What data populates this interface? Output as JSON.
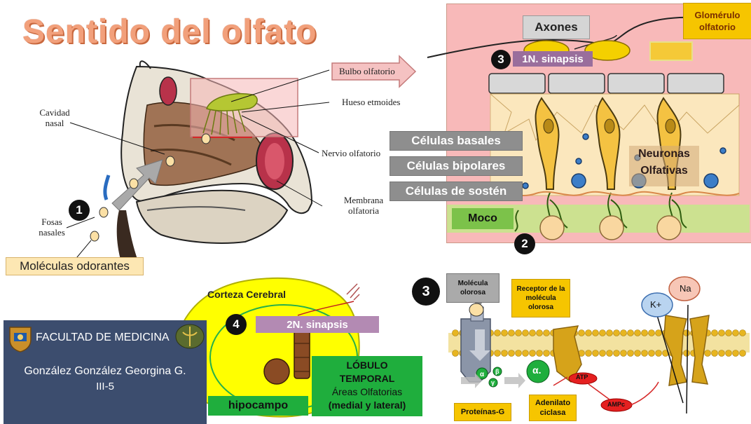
{
  "title": "Sentido del olfato",
  "nasal_labels": {
    "cavidad_nasal": "Cavidad nasal",
    "fosas_nasales": "Fosas nasales",
    "bulbo_olfatorio": "Bulbo olfatorio",
    "hueso_etmoides": "Hueso etmoides",
    "nervio_olfatorio": "Nervio olfatorio",
    "membrana_olfatoria": "Membrana olfatoria"
  },
  "moleculas_odorantes": "Moléculas odorantes",
  "epithelium": {
    "axones": "Axones",
    "glomerulo": "Glomérulo olfatorio",
    "sinapsis1": "1N. sinapsis",
    "celulas_basales": "Células basales",
    "celulas_bipolares": "Células bipolares",
    "celulas_sosten": "Células de sostén",
    "neuronas": "Neuronas Olfativas",
    "moco": "Moco"
  },
  "numbers": [
    "1",
    "2",
    "3",
    "3",
    "4"
  ],
  "brain": {
    "corteza": "Corteza Cerebral",
    "sinapsis2": "2N. sinapsis",
    "hipocampo": "hipocampo",
    "lobulo_line1": "LÓBULO",
    "lobulo_line2": "TEMPORAL",
    "lobulo_line3": "Áreas Olfatorias",
    "lobulo_line4": "(medial y lateral)"
  },
  "receptor": {
    "molecula": "Molécula olorosa",
    "receptor": "Receptor de la molécula olorosa",
    "proteinas_g": "Proteínas-G",
    "adenilato": "Adenilato ciclasa",
    "atp": "ATP",
    "ampc": "AMPc",
    "k": "K+",
    "na": "Na",
    "alpha": "α.",
    "alpha_small": "α",
    "beta": "β",
    "gamma": "γ"
  },
  "footer": {
    "facultad": "FACULTAD DE MEDICINA",
    "author": "González González Georgina G.",
    "group": "III-5"
  },
  "colors": {
    "title": "#f2a07b",
    "pink_panel": "#f8b9b9",
    "gray_label": "#8e8e8e",
    "green_label": "#1fae3d",
    "yellow_brain": "#ffff00",
    "footer_bg": "#3c4d6e"
  }
}
